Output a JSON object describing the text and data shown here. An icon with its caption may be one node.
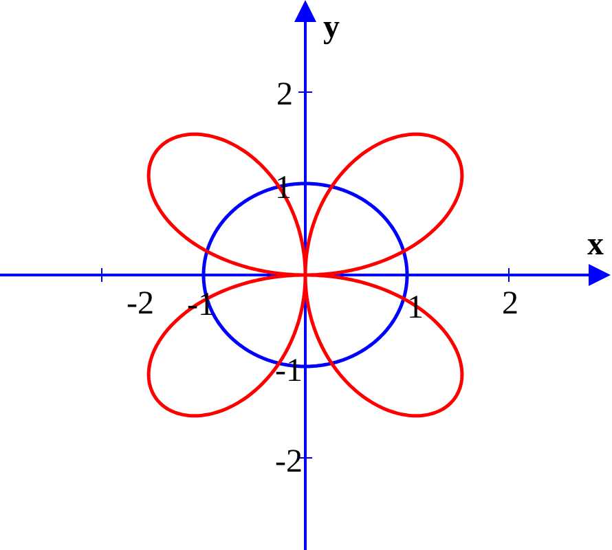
{
  "diagram": {
    "labels": [
      "y",
      "2",
      "1",
      "x",
      "-2",
      "-1",
      "1",
      "2",
      "-1",
      "-2"
    ]
  }
}
